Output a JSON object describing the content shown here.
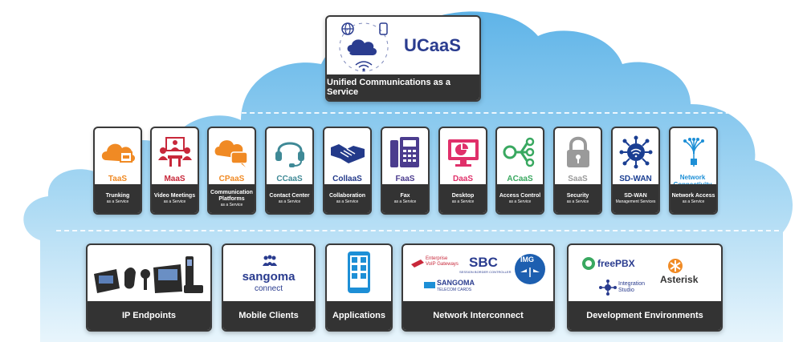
{
  "colors": {
    "cloud": "#7cc3ec",
    "dark_bar": "#333333",
    "ucaas_blue": "#2a3c8f",
    "orange": "#f08a24",
    "red": "#c8283a",
    "teal": "#3f8996",
    "navy": "#233a8a",
    "purple": "#4b3c8e",
    "pink": "#e0306a",
    "green": "#39a860",
    "gray": "#9a9a9a",
    "sdwan": "#1a3e92",
    "network": "#1d8fd6"
  },
  "top": {
    "title": "UCaaS",
    "subtitle": "Unified Communications as a Service",
    "icons": [
      "globe-icon",
      "cloud-icon",
      "mobile-icon",
      "wifi-icon"
    ]
  },
  "services": [
    {
      "name": "TaaS",
      "line1": "Trunking",
      "line2": "as a Service",
      "icon": "cloud-trunk-icon",
      "color": "#f08a24"
    },
    {
      "name": "MaaS",
      "line1": "Video Meetings",
      "line2": "as a Service",
      "icon": "meeting-icon",
      "color": "#c8283a"
    },
    {
      "name": "CPaaS",
      "line1": "Communication Platforms",
      "line2": "as a Service",
      "icon": "chat-bubbles-icon",
      "color": "#f08a24"
    },
    {
      "name": "CCaaS",
      "line1": "Contact Center",
      "line2": "as a Service",
      "icon": "headset-icon",
      "color": "#3f8996"
    },
    {
      "name": "CollaaS",
      "line1": "Collaboration",
      "line2": "as a Service",
      "icon": "handshake-icon",
      "color": "#233a8a"
    },
    {
      "name": "FaaS",
      "line1": "Fax",
      "line2": "as a Service",
      "icon": "fax-icon",
      "color": "#4b3c8e"
    },
    {
      "name": "DaaS",
      "line1": "Desktop",
      "line2": "as a Service",
      "icon": "desktop-icon",
      "color": "#e0306a"
    },
    {
      "name": "ACaaS",
      "line1": "Access Control",
      "line2": "as a Service",
      "icon": "key-network-icon",
      "color": "#39a860"
    },
    {
      "name": "SaaS",
      "line1": "Security",
      "line2": "as a Service",
      "icon": "lock-icon",
      "color": "#9a9a9a"
    },
    {
      "name": "SD-WAN",
      "line1": "SD-WAN",
      "line2": "Management Services",
      "icon": "sdwan-icon",
      "color": "#1a3e92"
    },
    {
      "name": "Network Connectivity",
      "line1": "Network Access",
      "line2": "as a Service",
      "icon": "network-fiber-icon",
      "color": "#1d8fd6"
    }
  ],
  "bottom": {
    "ip_endpoints": {
      "label": "IP Endpoints"
    },
    "mobile_clients": {
      "label": "Mobile Clients",
      "logo_line1": "sangoma",
      "logo_line2": "connect"
    },
    "applications": {
      "label": "Applications"
    },
    "network_interconnect": {
      "label": "Network Interconnect",
      "enterprise_line1": "Enterprise",
      "enterprise_line2": "VoIP Gateways",
      "sbc": "SBC",
      "sbc_sub": "SESSION BORDER CONTROLLER",
      "img": "IMG",
      "sangoma": "SANGOMA",
      "sangoma_sub": "TELECOM CARDS"
    },
    "dev_environments": {
      "label": "Development Environments",
      "freepbx": "freePBX",
      "asterisk": "Asterisk",
      "integration_line1": "Integration",
      "integration_line2": "Studio"
    }
  }
}
